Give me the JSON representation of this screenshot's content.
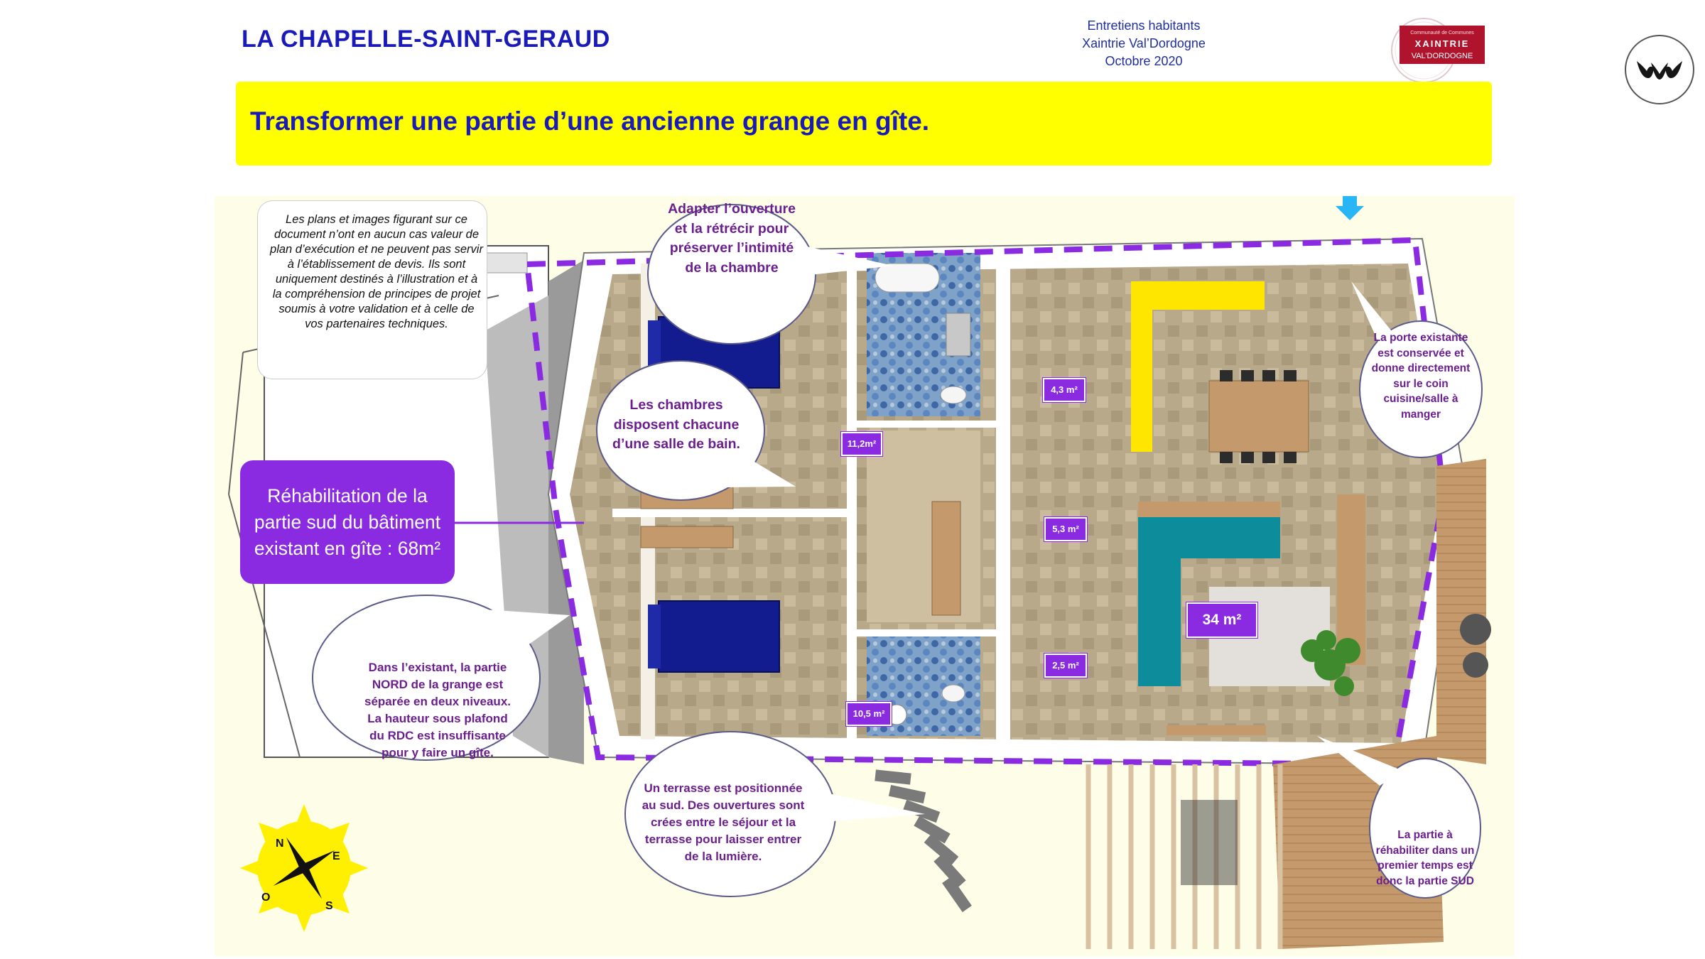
{
  "header": {
    "title": "LA CHAPELLE-SAINT-GERAUD",
    "right_lines": [
      "Entretiens habitants",
      "Xaintrie Val’Dordogne",
      "Octobre 2020"
    ],
    "logo_small_text": "Communauté de Communes",
    "logo_line1": "XAINTRIE",
    "logo_line2": "VAL’DORDOGNE"
  },
  "banner": {
    "text": "Transformer une partie d’une ancienne grange en gîte."
  },
  "disclaimer": "Les plans et images figurant sur ce document n’ont en aucun cas valeur de plan d’exécution et ne peuvent pas servir à l’établissement de devis. Ils sont uniquement destinés à l’illustration et à la compréhension de principes de projet soumis à votre validation et à celle de vos partenaires techniques.",
  "purple_box": {
    "text": "Réhabilitation de la partie sud du bâtiment existant en gîte : 68m²"
  },
  "bubbles": {
    "opening": "Adapter l’ouverture et la rétrécir pour préserver l’intimité de la chambre",
    "bedrooms": "Les chambres disposent chacune d’une salle de bain.",
    "existing": "Dans l’existant, la partie NORD de la grange est séparée en deux niveaux. La hauteur sous plafond du RDC est insuffisante pour y faire un gîte.",
    "terrace": "Un terrasse est positionnée au sud. Des ouvertures sont crées entre le séjour et la terrasse pour laisser entrer de la lumière.",
    "door": "La porte existante est conservée et donne directement sur le coin cuisine/salle à manger",
    "south": "La partie à réhabiliter dans un premier temps est donc la partie SUD"
  },
  "rooms": {
    "bedroom_1": "11,2m²",
    "bedroom_2": "10,5 m²",
    "bath_1": "4,3 m²",
    "corridor": "5,3 m²",
    "bath_2": "2,5 m²",
    "living": "34 m²"
  },
  "compass": {
    "n": "N",
    "e": "E",
    "s": "S",
    "o": "O"
  },
  "colors": {
    "title_blue": "#1a1ab8",
    "banner_yellow": "#ffff00",
    "purple": "#8a2be2",
    "bubble_text": "#6b1f8e",
    "logo_red": "#b0142c",
    "arrow_blue": "#29b6f6"
  },
  "icons": [
    "north-arrow-icon",
    "compass-rose-icon",
    "vv-logo-icon",
    "xaintrie-logo"
  ]
}
